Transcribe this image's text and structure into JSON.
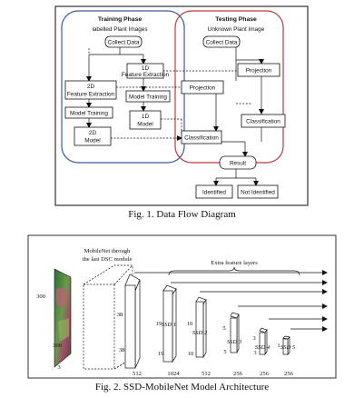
{
  "fig1": {
    "caption": "Fig. 1.    Data Flow Diagram",
    "training": {
      "title": "Training Phase",
      "subtitle": "labelled Plant Images",
      "collect": "Collect Data",
      "feat2d": [
        "2D",
        "Feature Extraction"
      ],
      "feat1d": [
        "1D",
        "Feature Extraction"
      ],
      "model_training_left": "Model Training",
      "model_training_mid": "Model Training",
      "model1d": [
        "1D",
        "Model"
      ],
      "model2d": [
        "2D",
        "Model"
      ]
    },
    "testing": {
      "title": "Testing Phase",
      "subtitle": "Unknown Plant Image",
      "collect": "Collect Data",
      "projection_right": "Projection",
      "projection_mid": "Projection",
      "classification_right": "Classification",
      "classification_mid": "Classification",
      "result": "Result",
      "identified": "Identified",
      "not_identified": "Not Identified"
    }
  },
  "fig2": {
    "caption": "Fig. 2.    SSD-MobileNet Model Architecture",
    "mobilenet_label": [
      "MobileNet through",
      "the last DSC module"
    ],
    "extra_label": "Extra feature layers",
    "input": {
      "h": "300",
      "w": "300",
      "c": "3"
    },
    "base": {
      "d1": "38",
      "d2": "38",
      "c": "512"
    },
    "layers": [
      {
        "name": "SSD 1",
        "d1": "19",
        "d2": "19",
        "c": "1024"
      },
      {
        "name": "SSD 2",
        "d1": "10",
        "d2": "10",
        "c": "512"
      },
      {
        "name": "SSD 3",
        "d1": "5",
        "d2": "5",
        "c": "256"
      },
      {
        "name": "SSD 4",
        "d1": "3",
        "d2": "3",
        "c": "256"
      },
      {
        "name": "SSD 5",
        "d1": "1",
        "d2": "",
        "c": "256"
      }
    ]
  }
}
